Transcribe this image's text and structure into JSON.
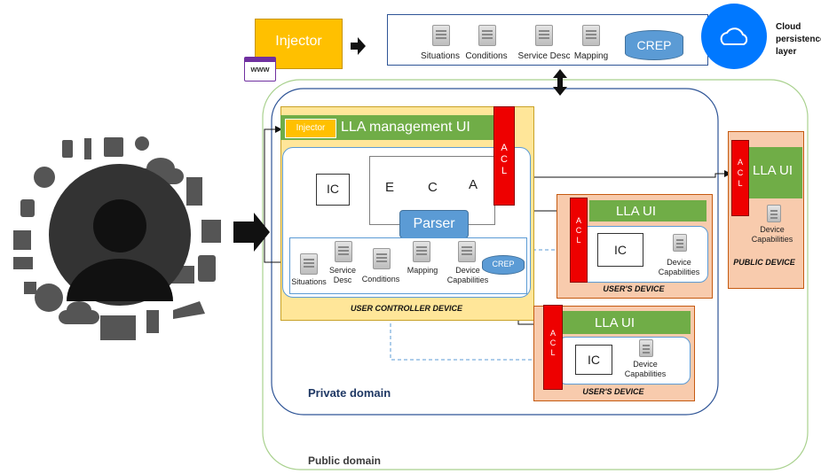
{
  "cloud": {
    "injector_label": "Injector",
    "www_label": "www",
    "docs": [
      "Situations",
      "Conditions",
      "Service Desc",
      "Mapping"
    ],
    "crep_label": "CREP",
    "persistence_label_line1": "Cloud",
    "persistence_label_line2": "persistence",
    "persistence_label_line3": "layer"
  },
  "controller": {
    "injector_label": "Injector",
    "ui_title": "LLA management UI",
    "acl_letters": [
      "A",
      "C",
      "L"
    ],
    "ic_label": "IC",
    "pipeline": [
      "E",
      "C",
      "A"
    ],
    "parser_label": "Parser",
    "docs": [
      "Situations",
      "Service Desc",
      "Conditions",
      "Mapping",
      "Device Capabilities"
    ],
    "crep_label": "CREP",
    "device_label": "USER CONTROLLER DEVICE"
  },
  "users_device_1": {
    "ui_title": "LLA UI",
    "acl_letters": [
      "A",
      "C",
      "L"
    ],
    "ic_label": "IC",
    "doc_label": "Device Capabilities",
    "device_label": "USER'S DEVICE"
  },
  "users_device_2": {
    "ui_title": "LLA UI",
    "acl_letters": [
      "A",
      "C",
      "L"
    ],
    "ic_label": "IC",
    "doc_label": "Device Capabilities",
    "device_label": "USER'S DEVICE"
  },
  "public_device": {
    "ui_title": "LLA UI",
    "acl_letters": [
      "A",
      "C",
      "L"
    ],
    "doc_label": "Device Capabilities",
    "device_label": "PUBLIC DEVICE"
  },
  "domains": {
    "private": "Private domain",
    "public": "Public domain"
  },
  "colors": {
    "injector": "#ffc000",
    "controller_bg": "#ffe699",
    "device_bg": "#f8cbad",
    "acl": "#ee0000",
    "ui_green": "#70ad47",
    "crep": "#5b9bd5",
    "cloud_circle": "#0078ff"
  }
}
